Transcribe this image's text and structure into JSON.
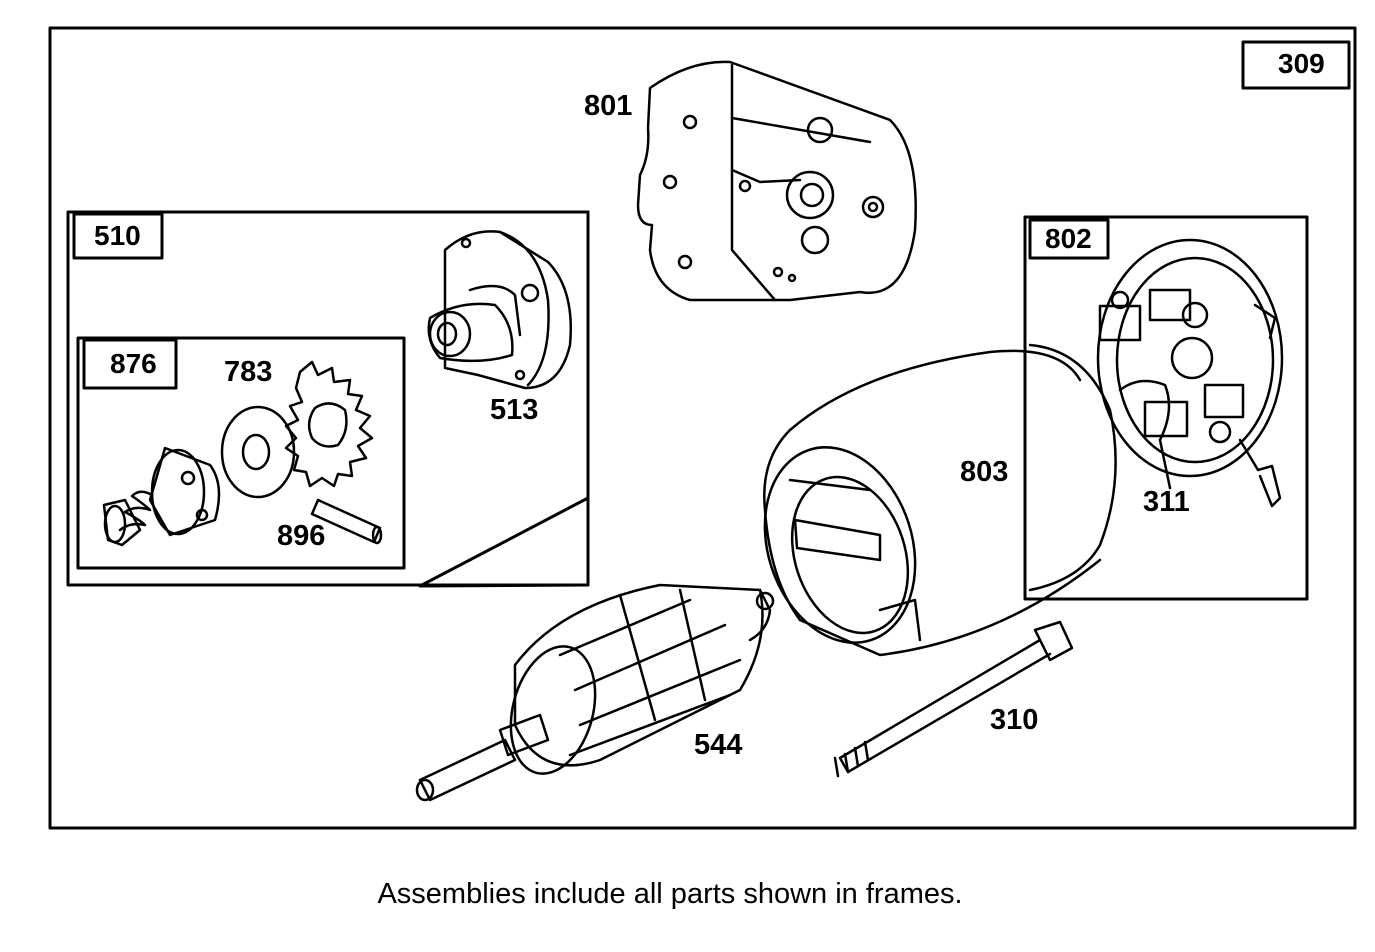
{
  "outer_frame": {
    "label": "309"
  },
  "frames": {
    "f510": {
      "label": "510"
    },
    "f876": {
      "label": "876"
    },
    "f802": {
      "label": "802"
    }
  },
  "parts": {
    "p801": "801",
    "p513": "513",
    "p783": "783",
    "p896": "896",
    "p803": "803",
    "p311": "311",
    "p544": "544",
    "p310": "310"
  },
  "caption": "Assemblies include all parts shown in frames."
}
